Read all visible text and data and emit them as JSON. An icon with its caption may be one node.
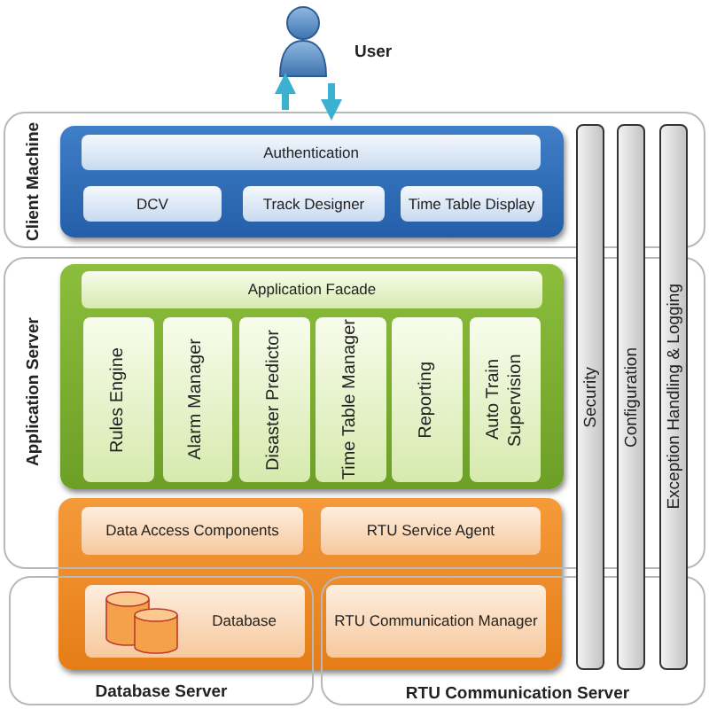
{
  "diagram": {
    "nodes": [
      {
        "text": [],
        "shape": "person",
        "beside": [
          "User"
        ]
      },
      {
        "text": [
          "Client Machine"
        ]
      },
      {
        "text": [],
        "shape": "box",
        "in": 1
      },
      {
        "text": [
          "Authentication"
        ],
        "in": 2
      },
      {
        "text": [
          "DCV"
        ],
        "in": 2
      },
      {
        "text": [
          "Track Designer"
        ],
        "in": 2
      },
      {
        "text": [
          "Time Table Display"
        ],
        "in": 2
      },
      {
        "text": [
          "Application Server"
        ]
      },
      {
        "text": [],
        "shape": "box",
        "in": 7
      },
      {
        "text": [
          "Application Facade"
        ],
        "in": 8
      },
      {
        "text": [
          "Rules Engine"
        ],
        "in": 8
      },
      {
        "text": [
          "Alarm Manager"
        ],
        "in": 8
      },
      {
        "text": [
          "Disaster Predictor"
        ],
        "in": 8
      },
      {
        "text": [
          "Time Table Manager"
        ],
        "in": 8
      },
      {
        "text": [
          "Reporting"
        ],
        "in": 8
      },
      {
        "text": [
          "Auto Train Supervision"
        ],
        "in": 8
      },
      {
        "text": [],
        "shape": "box"
      },
      {
        "text": [
          "Data Access Components"
        ]
      },
      {
        "text": [
          "RTU Service Agent"
        ]
      },
      {
        "text": [
          "Database Server"
        ]
      },
      {
        "text": [
          "Database"
        ]
      },
      {
        "text": [
          "RTU Communication Server"
        ]
      },
      {
        "text": [
          "RTU Communication Manager"
        ]
      },
      {
        "text": [
          "Security"
        ]
      },
      {
        "text": [
          "Configuration"
        ]
      },
      {
        "text": [
          "Exception Handling & Logging"
        ]
      }
    ],
    "edges": [
      {
        "from": 1,
        "to": 0,
        "arrow": "to"
      },
      {
        "from": 0,
        "to": 1,
        "arrow": "to"
      }
    ]
  }
}
